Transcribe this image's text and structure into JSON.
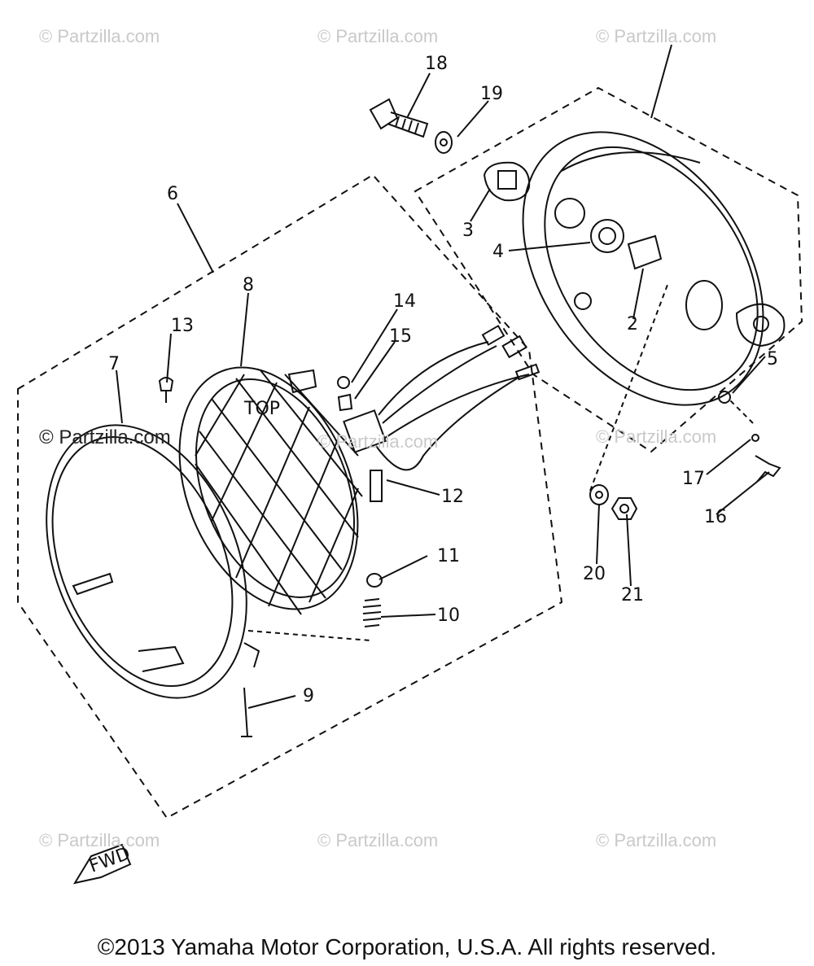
{
  "watermark": "© Partzilla.com",
  "copyright": "©2013 Yamaha Motor Corporation, U.S.A. All rights reserved.",
  "top_mark": "TOP",
  "fwd_mark": "FWD",
  "callouts": [
    "2",
    "3",
    "4",
    "5",
    "6",
    "7",
    "8",
    "9",
    "10",
    "11",
    "12",
    "13",
    "14",
    "15",
    "16",
    "17",
    "18",
    "19",
    "20",
    "21"
  ]
}
